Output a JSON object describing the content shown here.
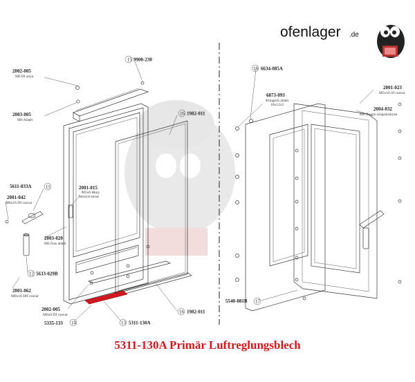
{
  "brand": {
    "name": "ofenlager",
    "suffix": ".de"
  },
  "caption": "5311-130A Primär Luftreglungsblech",
  "left_labels": {
    "p2002_005_top": {
      "code": "2002-005",
      "desc": "M6 Hl anya"
    },
    "p15": {
      "num": "15",
      "code": "9900-230"
    },
    "p2003_005": {
      "code": "2003-005",
      "desc": "M6 Alátét"
    },
    "p16a": {
      "num": "16",
      "code": "1982-011"
    },
    "p5611": {
      "code": "5611-033A",
      "num": "11"
    },
    "p2001_042": {
      "code": "2001-042",
      "desc": "M6x16 Df csavar"
    },
    "p2001_015": {
      "code": "2001-015",
      "desc1": "M5x6 Bkny",
      "desc2": "hernyócsavar"
    },
    "p2003_020": {
      "code": "2003-020",
      "desc": "M6 Íves alátét"
    },
    "p12": {
      "num": "12",
      "code": "5633-029B"
    },
    "p2001_062": {
      "code": "2001-062",
      "desc": "M8x16 Hlf csavar"
    },
    "p2002_005_bot": {
      "code": "2002-005",
      "desc": "M6x8 Df csavar"
    },
    "p5335": {
      "code": "5335-133",
      "num": "14"
    },
    "p13": {
      "num": "13",
      "code": "5311-130A"
    },
    "p16b": {
      "num": "16",
      "code": "1982-011"
    }
  },
  "right_labels": {
    "p18": {
      "num": "18",
      "code": "6634-085A"
    },
    "p6873": {
      "code": "6873-093",
      "desc1": "Klingerit alátét",
      "desc2": "18x12x2"
    },
    "p2001_023": {
      "code": "2001-023",
      "desc": "M5x16 Sf csavar"
    },
    "p2004_032": {
      "code": "2004-032",
      "desc": "M6 Rugós szögzáranyan"
    },
    "p5540": {
      "code": "5540-081B",
      "num": "17"
    }
  },
  "colors": {
    "highlight": "#d0181e",
    "caption": "#d0181e",
    "divider": "#444444"
  }
}
